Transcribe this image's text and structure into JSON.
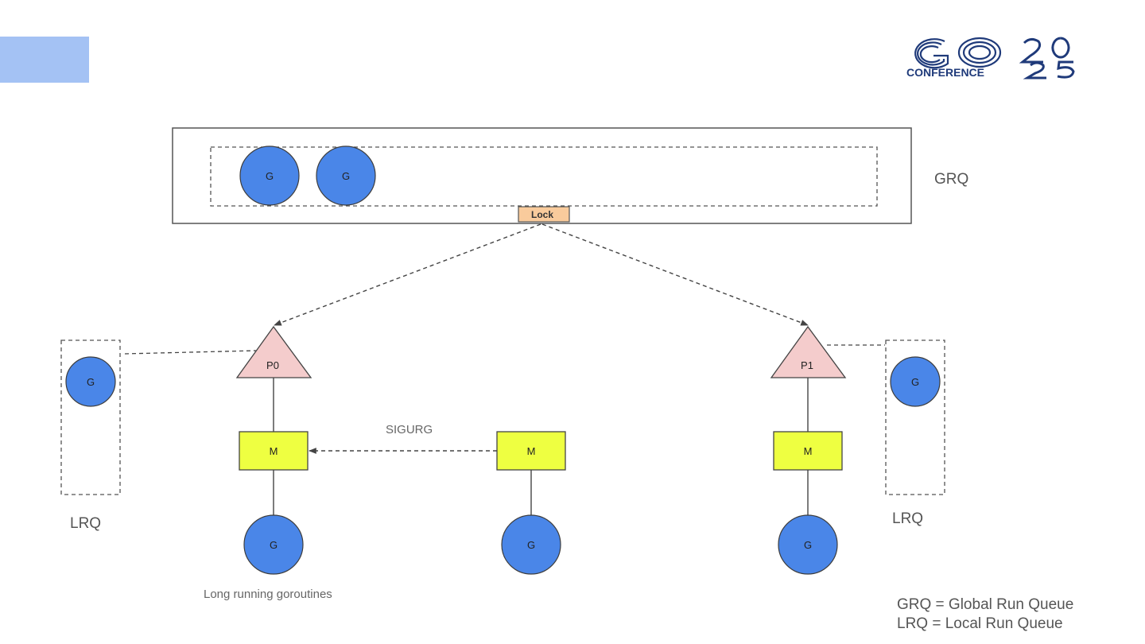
{
  "labels": {
    "grq": "GRQ",
    "lrq_left": "LRQ",
    "lrq_right": "LRQ",
    "sigurg": "SIGURG",
    "long_running": "Long running goroutines",
    "lock": "Lock"
  },
  "node_text": {
    "g": "G",
    "m": "M",
    "p0": "P0",
    "p1": "P1"
  },
  "legend": {
    "line1": "GRQ = Global Run Queue",
    "line2": "LRQ = Local Run Queue"
  },
  "logo": {
    "word": "GO",
    "sub": "CONFERENCE",
    "year_top": "20",
    "year_bottom": "25",
    "color": "#1f3a7a"
  },
  "colors": {
    "goroutine": "#4a86e8",
    "processor": "#f4cccc",
    "machine": "#eeff41",
    "lock": "#f9cb9c",
    "accent": "#a4c2f4",
    "line": "#444444"
  }
}
